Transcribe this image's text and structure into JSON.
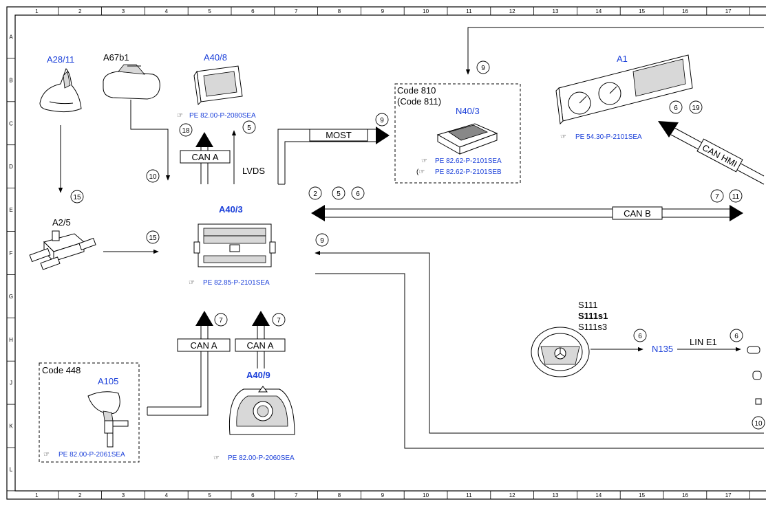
{
  "ruler": {
    "columns": [
      "1",
      "2",
      "3",
      "4",
      "5",
      "6",
      "7",
      "8",
      "9",
      "10",
      "11",
      "12",
      "13",
      "14",
      "15",
      "16",
      "17"
    ],
    "rows": [
      "A",
      "B",
      "C",
      "D",
      "E",
      "F",
      "G",
      "H",
      "J",
      "K",
      "L"
    ]
  },
  "components": {
    "a28_11": {
      "id": "A28/11"
    },
    "a67b1": {
      "id": "A67b1"
    },
    "a40_8": {
      "id": "A40/8",
      "ref": "PE 82.00-P-2080SEA"
    },
    "n40_3": {
      "id": "N40/3",
      "code": "Code 810",
      "code_alt": "(Code 811)",
      "ref1": "PE 82.62-P-2101SEA",
      "ref2": "PE 82.62-P-2101SEB"
    },
    "a1": {
      "id": "A1",
      "ref": "PE 54.30-P-2101SEA"
    },
    "a2_5": {
      "id": "A2/5"
    },
    "a40_3": {
      "id": "A40/3",
      "ref": "PE 82.85-P-2101SEA"
    },
    "a105": {
      "id": "A105",
      "code": "Code 448",
      "ref": "PE 82.00-P-2061SEA"
    },
    "a40_9": {
      "id": "A40/9",
      "ref": "PE 82.00-P-2060SEA"
    },
    "s111": {
      "line1": "S111",
      "line2": "S111s1",
      "line3": "S111s3"
    },
    "n135": {
      "id": "N135"
    }
  },
  "buses": {
    "most": "MOST",
    "lvds": "LVDS",
    "can_a": "CAN A",
    "can_b": "CAN B",
    "can_hmi": "CAN HMI",
    "lin_e1": "LIN E1"
  },
  "markers": {
    "m15a": "15",
    "m15b": "15",
    "m10": "10",
    "m18": "18",
    "m5a": "5",
    "m9top": "9",
    "m9most": "9",
    "m6a1": "6",
    "m19": "19",
    "m2": "2",
    "m5b": "5",
    "m6b": "6",
    "m7a": "7",
    "m11": "11",
    "m9f": "9",
    "m7b": "7",
    "m7c": "7",
    "m6c": "6",
    "m6d": "6",
    "m10b": "10"
  }
}
